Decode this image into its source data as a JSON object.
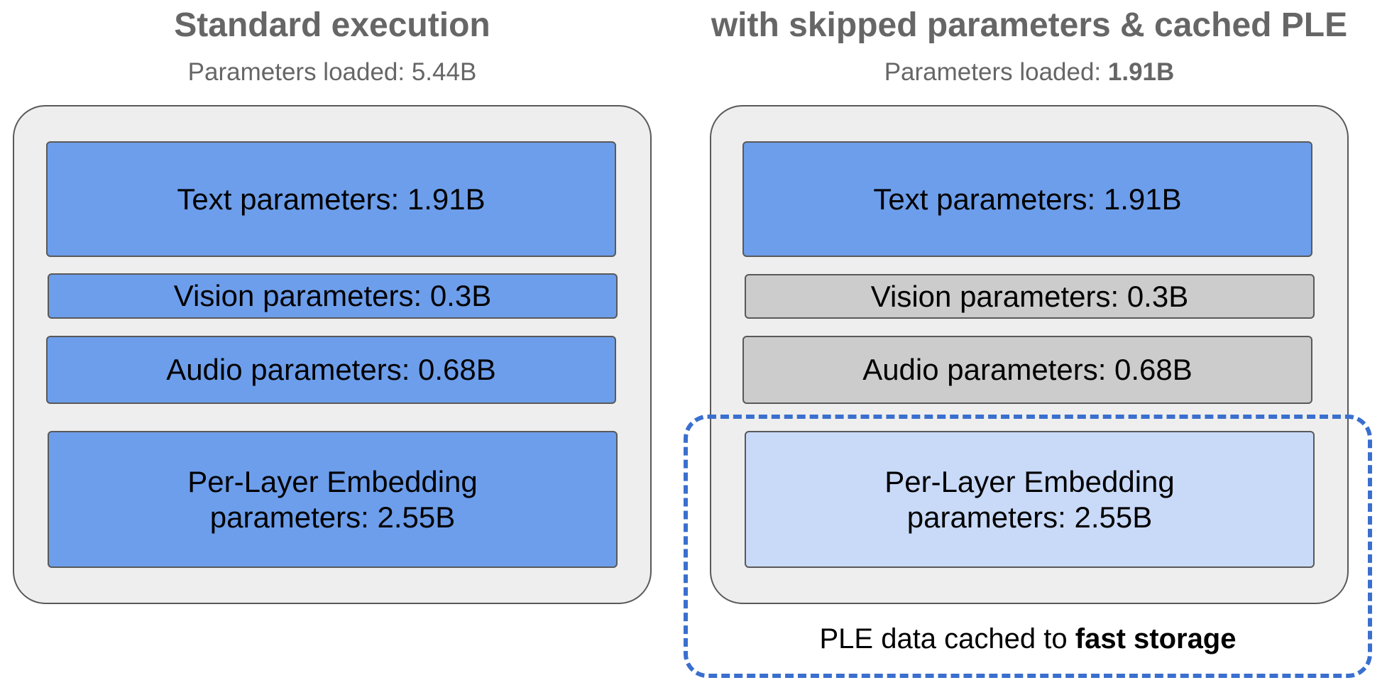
{
  "left": {
    "title": "Standard execution",
    "subtitle_prefix": "Parameters loaded: ",
    "subtitle_value": "5.44B",
    "blocks": {
      "text": "Text parameters: 1.91B",
      "vision": "Vision parameters: 0.3B",
      "audio": "Audio parameters: 0.68B",
      "ple_line1": "Per-Layer Embedding",
      "ple_line2": "parameters: 2.55B"
    }
  },
  "right": {
    "title": "with skipped parameters & cached PLE",
    "subtitle_prefix": "Parameters loaded: ",
    "subtitle_value": "1.91B",
    "blocks": {
      "text": "Text parameters: 1.91B",
      "vision": "Vision parameters: 0.3B",
      "audio": "Audio parameters: 0.68B",
      "ple_line1": "Per-Layer Embedding",
      "ple_line2": "parameters: 2.55B"
    },
    "cache_note_prefix": "PLE data cached to ",
    "cache_note_bold": "fast storage"
  },
  "colors": {
    "loaded": "#6d9eeb",
    "skipped": "#cccccc",
    "cached": "#c9daf8",
    "panel": "#eeeeee",
    "dashed_border": "#3a6fce",
    "heading_text": "#666666"
  }
}
